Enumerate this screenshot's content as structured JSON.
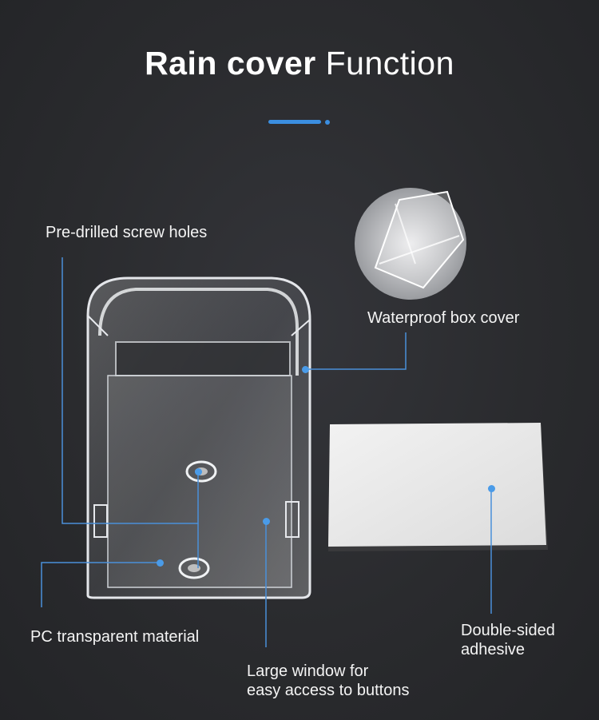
{
  "title": {
    "bold": "Rain cover",
    "light": "Function"
  },
  "labels": {
    "screw_holes": "Pre-drilled screw holes",
    "waterproof": "Waterproof box cover",
    "material": "PC transparent material",
    "window_line1": "Large window for",
    "window_line2": "easy access to buttons",
    "adhesive_line1": "Double-sided",
    "adhesive_line2": "adhesive"
  },
  "colors": {
    "accent": "#3b8ee0",
    "background": "#2a2b2e",
    "text": "#f4f4f4"
  }
}
